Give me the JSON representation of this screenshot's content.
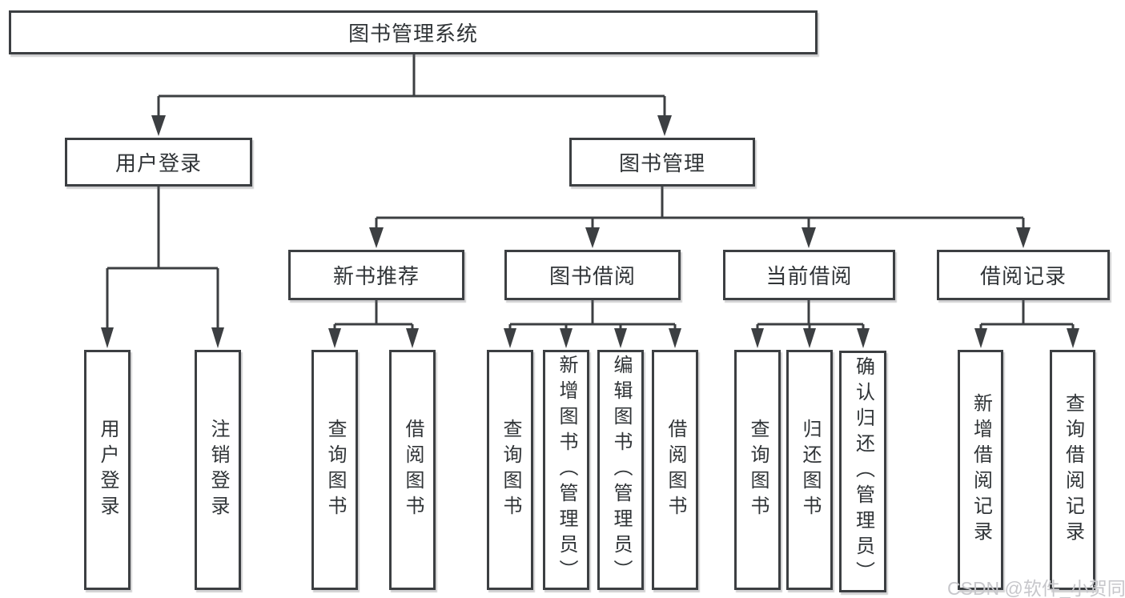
{
  "diagram": {
    "title": "图书管理系统",
    "root": {
      "label": "图书管理系统"
    },
    "level2": [
      {
        "id": "user-login",
        "label": "用户登录"
      },
      {
        "id": "book-management",
        "label": "图书管理"
      }
    ],
    "level3": [
      {
        "id": "new-book-recommend",
        "label": "新书推荐"
      },
      {
        "id": "book-borrow",
        "label": "图书借阅"
      },
      {
        "id": "current-borrow",
        "label": "当前借阅"
      },
      {
        "id": "borrow-records",
        "label": "借阅记录"
      }
    ],
    "leaves": [
      {
        "parent": "user-login",
        "label": "用户登录"
      },
      {
        "parent": "user-login",
        "label": "注销登录"
      },
      {
        "parent": "new-book-recommend",
        "label": "查询图书"
      },
      {
        "parent": "new-book-recommend",
        "label": "借阅图书"
      },
      {
        "parent": "book-borrow",
        "label": "查询图书"
      },
      {
        "parent": "book-borrow",
        "label": "新增图书（管理员）"
      },
      {
        "parent": "book-borrow",
        "label": "编辑图书（管理员）"
      },
      {
        "parent": "book-borrow",
        "label": "借阅图书"
      },
      {
        "parent": "current-borrow",
        "label": "查询图书"
      },
      {
        "parent": "current-borrow",
        "label": "归还图书"
      },
      {
        "parent": "current-borrow",
        "label": "确认归还（管理员）"
      },
      {
        "parent": "borrow-records",
        "label": "新增借阅记录"
      },
      {
        "parent": "borrow-records",
        "label": "查询借阅记录"
      }
    ]
  },
  "watermark": {
    "text": "CSDN @软件_小贺同学"
  },
  "colors": {
    "line": "#3c3f42",
    "text": "#303437",
    "watermark": "#c7c7cb",
    "background": "#ffffff"
  }
}
